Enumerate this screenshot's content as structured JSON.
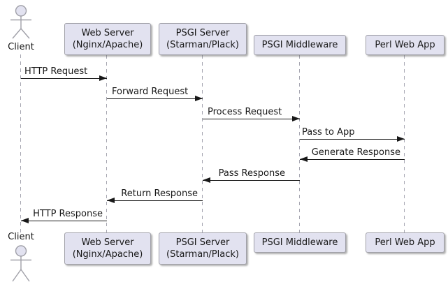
{
  "diagram_type": "sequence-diagram",
  "actor": {
    "label": "Client"
  },
  "participants": [
    {
      "name": "Web Server (Nginx/Apache)",
      "line1": "Web Server",
      "line2": "(Nginx/Apache)"
    },
    {
      "name": "PSGI Server (Starman/Plack)",
      "line1": "PSGI Server",
      "line2": "(Starman/Plack)"
    },
    {
      "name": "PSGI Middleware",
      "line1": "PSGI Middleware",
      "line2": ""
    },
    {
      "name": "Perl Web App",
      "line1": "Perl Web App",
      "line2": ""
    }
  ],
  "messages": [
    {
      "label": "HTTP Request",
      "from": "Client",
      "to": "Web Server (Nginx/Apache)",
      "direction": "right"
    },
    {
      "label": "Forward Request",
      "from": "Web Server (Nginx/Apache)",
      "to": "PSGI Server (Starman/Plack)",
      "direction": "right"
    },
    {
      "label": "Process Request",
      "from": "PSGI Server (Starman/Plack)",
      "to": "PSGI Middleware",
      "direction": "right"
    },
    {
      "label": "Pass to App",
      "from": "PSGI Middleware",
      "to": "Perl Web App",
      "direction": "right"
    },
    {
      "label": "Generate Response",
      "from": "Perl Web App",
      "to": "PSGI Middleware",
      "direction": "left"
    },
    {
      "label": "Pass Response",
      "from": "PSGI Middleware",
      "to": "PSGI Server (Starman/Plack)",
      "direction": "left"
    },
    {
      "label": "Return Response",
      "from": "PSGI Server (Starman/Plack)",
      "to": "Web Server (Nginx/Apache)",
      "direction": "left"
    },
    {
      "label": "HTTP Response",
      "from": "Web Server (Nginx/Apache)",
      "to": "Client",
      "direction": "left"
    }
  ],
  "colors": {
    "participant_fill": "#E2E2F0",
    "participant_border": "#A0A0A8",
    "lifeline": "#A5A5B0",
    "arrow": "#181818",
    "text": "#181818",
    "background": "#FFFFFF"
  }
}
